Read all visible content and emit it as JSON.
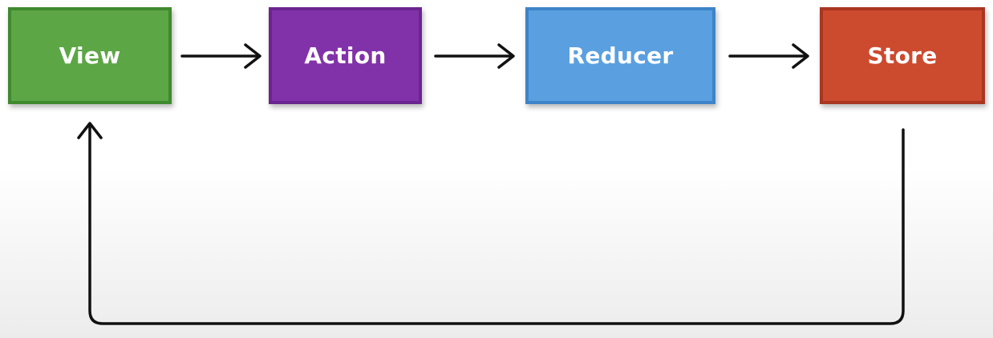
{
  "diagram": {
    "nodes": [
      {
        "id": "view",
        "label": "View",
        "fill": "#5da646",
        "border": "#3f8a2e"
      },
      {
        "id": "action",
        "label": "Action",
        "fill": "#8232a9",
        "border": "#6a2590"
      },
      {
        "id": "reducer",
        "label": "Reducer",
        "fill": "#5aa0e0",
        "border": "#3d84c8"
      },
      {
        "id": "store",
        "label": "Store",
        "fill": "#cc4a2e",
        "border": "#a93620"
      }
    ],
    "edges": [
      {
        "from": "view",
        "to": "action"
      },
      {
        "from": "action",
        "to": "reducer"
      },
      {
        "from": "reducer",
        "to": "store"
      },
      {
        "from": "store",
        "to": "view"
      }
    ],
    "line_color": "#111111"
  }
}
